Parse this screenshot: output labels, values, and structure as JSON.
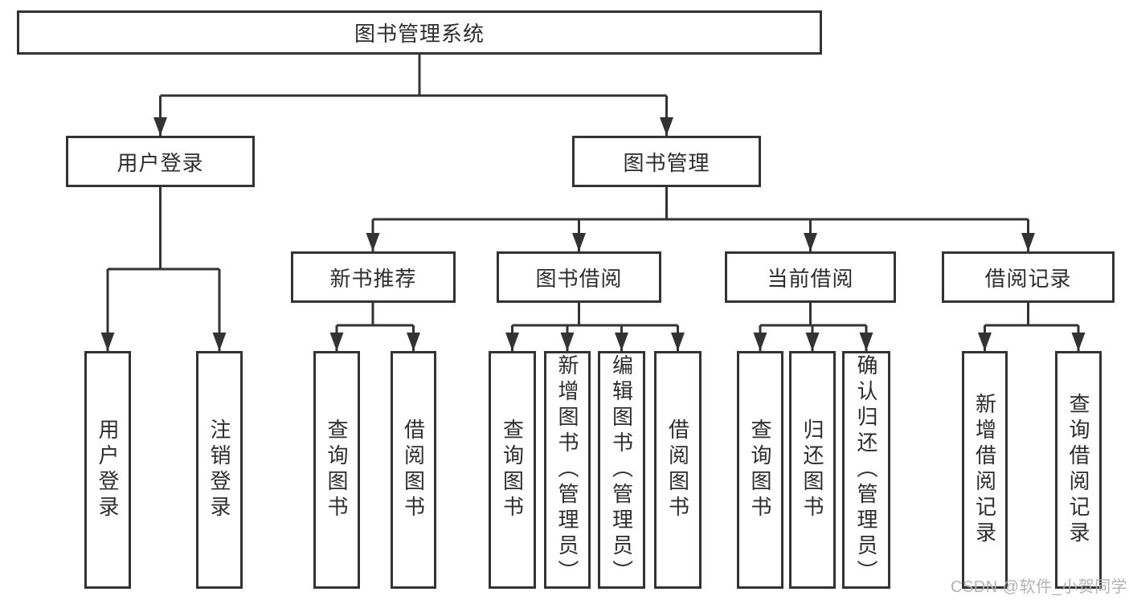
{
  "tree": {
    "label": "图书管理系统",
    "children": [
      {
        "label": "用户登录",
        "children": [
          {
            "label": "用户登录"
          },
          {
            "label": "注销登录"
          }
        ]
      },
      {
        "label": "图书管理",
        "children": [
          {
            "label": "新书推荐",
            "children": [
              {
                "label": "查询图书"
              },
              {
                "label": "借阅图书"
              }
            ]
          },
          {
            "label": "图书借阅",
            "children": [
              {
                "label": "查询图书"
              },
              {
                "label": "新增图书（管理员）"
              },
              {
                "label": "编辑图书（管理员）"
              },
              {
                "label": "借阅图书"
              }
            ]
          },
          {
            "label": "当前借阅",
            "children": [
              {
                "label": "查询图书"
              },
              {
                "label": "归还图书"
              },
              {
                "label": "确认归还（管理员）"
              }
            ]
          },
          {
            "label": "借阅记录",
            "children": [
              {
                "label": "新增借阅记录"
              },
              {
                "label": "查询借阅记录"
              }
            ]
          }
        ]
      }
    ]
  },
  "watermark": "CSDN @软件_小贺同学",
  "colors": {
    "line": "#333333",
    "box_border": "#333333",
    "box_fill": "#ffffff",
    "text": "#2d2d2d",
    "watermark": "#b3b3b3",
    "background": "#ffffff"
  }
}
